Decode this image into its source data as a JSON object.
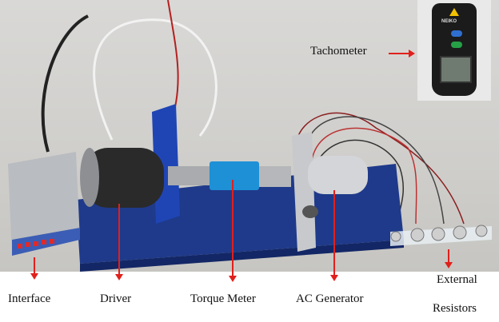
{
  "labels": {
    "tachometer": "Tachometer",
    "interface": "Interface",
    "driver": "Driver",
    "torque_meter": "Torque Meter",
    "ac_generator": "AC Generator",
    "external_resistors_line1": "External",
    "external_resistors_line2": "Resistors"
  },
  "tachometer_brand": "NEIKO",
  "colors": {
    "arrow": "#e0201c",
    "base": "#1f3a8a",
    "torque": "#1e90d6"
  }
}
